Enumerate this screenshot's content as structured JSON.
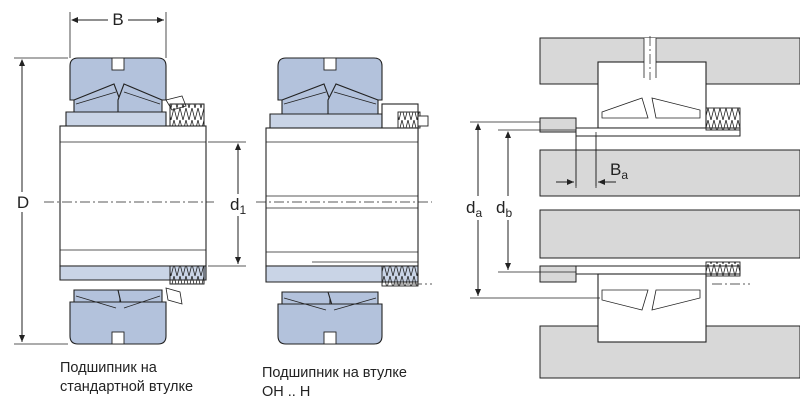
{
  "labels": {
    "B": "B",
    "D": "D",
    "d1_main": "d",
    "d1_sub": "1",
    "Ba_main": "B",
    "Ba_sub": "a",
    "da_main": "d",
    "da_sub": "a",
    "db_main": "d",
    "db_sub": "b"
  },
  "captions": {
    "standard_line1": "Подшипник на",
    "standard_line2": "стандартной втулке",
    "oh_line1": "Подшипник на втулке",
    "oh_line2": "OH .. H"
  },
  "colors": {
    "bearing_fill": "#b3c2dc",
    "housing_fill": "#d8d8d8",
    "line": "#222222",
    "background": "#ffffff"
  }
}
